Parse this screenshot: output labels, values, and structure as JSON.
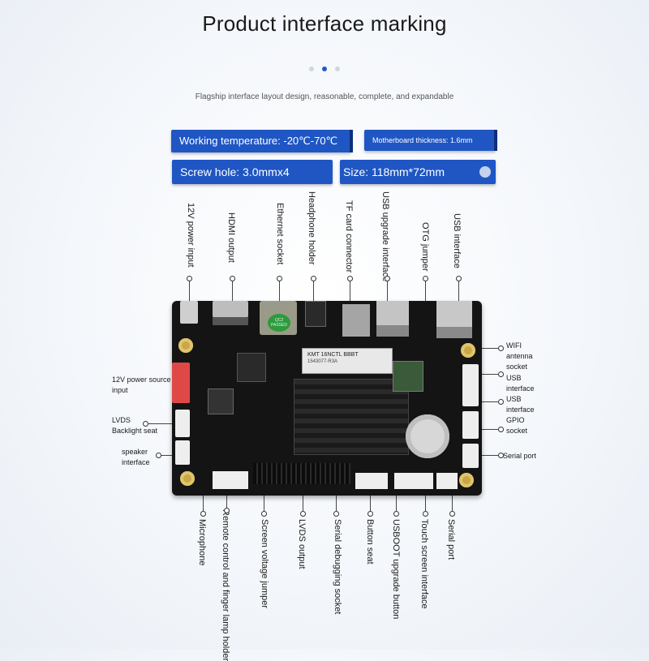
{
  "title": "Product interface marking",
  "subtitle": "Flagship interface layout design, reasonable, complete, and expandable",
  "banners": {
    "working_temperature": "Working temperature: -20℃-70℃",
    "thickness": "Motherboard thickness: 1.6mm",
    "screw_hole": "Screw hole: 3.0mmx4",
    "size": "Size: 118mm*72mm"
  },
  "top_labels": {
    "power": "12V power input",
    "hdmi": "HDMI output",
    "ethernet": "Ethernet socket",
    "headphone": "Headphone holder",
    "tf": "TF card connector",
    "usb_upgrade": "USB upgrade interface",
    "otg": "OTG jumper",
    "usb": "USB interface"
  },
  "left_labels": {
    "power_source": "12V power source input",
    "lvds_backlight": "LVDS Backlight seat",
    "speaker": "speaker interface"
  },
  "right_labels": {
    "wifi": "WIFI antenna socket",
    "usb1": "USB interface",
    "usb2": "USB interface",
    "gpio": "GPIO socket",
    "serial": "Serial port"
  },
  "bottom_labels": {
    "microphone": "Microphone",
    "remote": "Remote control and finger lamp holder",
    "screen_voltage": "Screen voltage jumper",
    "lvds": "LVDS output",
    "serial_debug": "Serial debugging socket",
    "button": "Button seat",
    "usboot": "USBOOT upgrade button",
    "touch": "Touch screen interface",
    "serial_port": "Serial port"
  },
  "board_text": {
    "chip_label": "KMT 16NCTL BBBT",
    "chip_sub": "1543077-R3A",
    "passed": "QC2 PASSED"
  },
  "colors": {
    "accent": "#1f56c4",
    "dot_active": "#1f5bc7"
  }
}
